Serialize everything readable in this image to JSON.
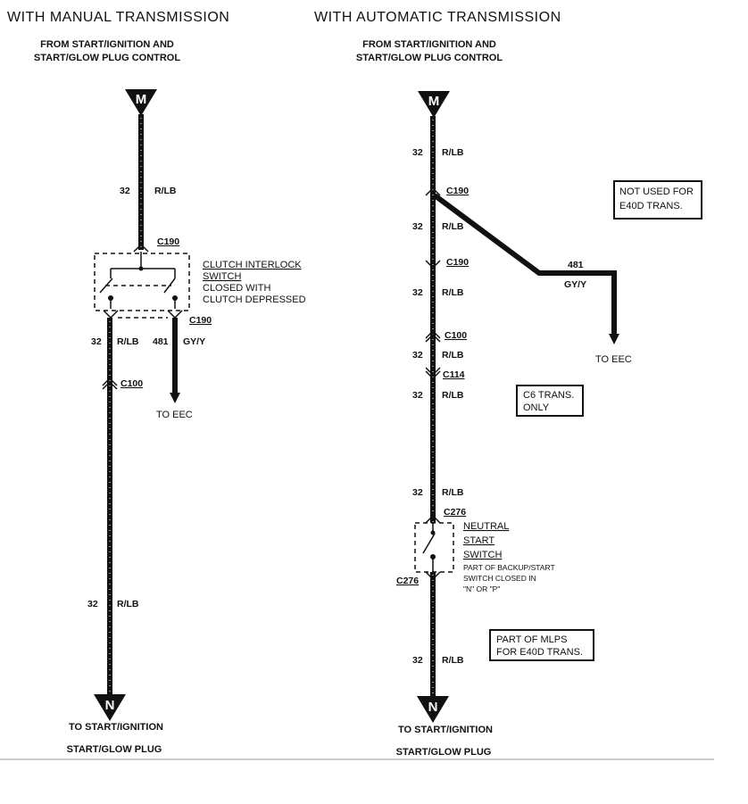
{
  "manual": {
    "title": "WITH MANUAL TRANSMISSION",
    "from_line1": "FROM START/IGNITION AND",
    "from_line2": "START/GLOW PLUG CONTROL",
    "top_connector": "M",
    "circuit_num": "32",
    "circuit_color": "R/LB",
    "c190_top": "C190",
    "switch_line1": "CLUTCH INTERLOCK",
    "switch_line2": "SWITCH",
    "switch_line3": "CLOSED WITH",
    "switch_line4": "CLUTCH DEPRESSED",
    "c190_bottom": "C190",
    "left_num": "32",
    "left_color": "R/LB",
    "right_num": "481",
    "right_color": "GY/Y",
    "c100": "C100",
    "to_eec": "TO EEC",
    "low_num": "32",
    "low_color": "R/LB",
    "bottom_connector": "N",
    "to_line1": "TO START/IGNITION",
    "to_line2": "START/GLOW PLUG"
  },
  "automatic": {
    "title": "WITH AUTOMATIC TRANSMISSION",
    "from_line1": "FROM START/IGNITION AND",
    "from_line2": "START/GLOW PLUG CONTROL",
    "top_connector": "M",
    "w1_num": "32",
    "w1_color": "R/LB",
    "c190_a": "C190",
    "note_e40d_line1": "NOT USED FOR",
    "note_e40d_line2": "E40D TRANS.",
    "w2_num": "32",
    "w2_color": "R/LB",
    "branch_num": "481",
    "branch_color": "GY/Y",
    "c190_b": "C190",
    "w3_num": "32",
    "w3_color": "R/LB",
    "to_eec": "TO EEC",
    "c100": "C100",
    "w4_num": "32",
    "w4_color": "R/LB",
    "c114": "C114",
    "w5_num": "32",
    "w5_color": "R/LB",
    "note_c6_line1": "C6 TRANS.",
    "note_c6_line2": "ONLY",
    "w6_num": "32",
    "w6_color": "R/LB",
    "c276_top": "C276",
    "nss_line1": "NEUTRAL",
    "nss_line2": "START",
    "nss_line3": "SWITCH",
    "nss_line4": "PART OF BACKUP/START",
    "nss_line5": "SWITCH CLOSED IN",
    "nss_line6": "\"N\" OR \"P\"",
    "c276_bottom": "C276",
    "note_mlps_line1": "PART OF MLPS",
    "note_mlps_line2": "FOR E40D TRANS.",
    "w7_num": "32",
    "w7_color": "R/LB",
    "bottom_connector": "N",
    "to_line1": "TO START/IGNITION",
    "to_line2": "START/GLOW PLUG"
  }
}
